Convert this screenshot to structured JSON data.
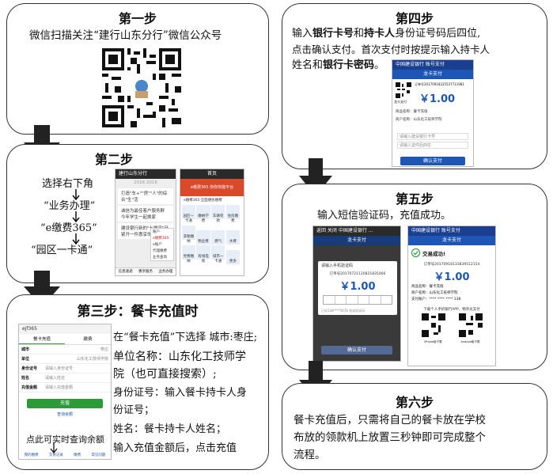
{
  "step1": {
    "title": "第一步",
    "desc": "微信扫描关注“建行山东分行”微信公众号"
  },
  "step2": {
    "title": "第二步",
    "lines": [
      "选择右下角",
      "“业务办理”",
      "“e缴费365”",
      "“园区一卡通”"
    ],
    "chat": {
      "header": "建行山东分行",
      "sub": "2016 2016",
      "msg1": "打造\"车+\"\"房\"\"人\"的综合\"生\"活",
      "msg2": "诚信为最佳客户服务群 今年学生一起换家",
      "msg3": "建设银行新的\"七聚宝\"赶紧开一件惠享你啦",
      "menu": [
        "账户",
        "e缴费365",
        "e账户",
        "代理缴费",
        "业务查询"
      ],
      "bottom": [
        "信息速递",
        "惠享服务",
        "业务办理"
      ]
    },
    "home": {
      "header": "首页",
      "banner": "e缴费365 你你你能平台",
      "notice": "e缴费365·全面便民缴费",
      "tiles": [
        "园区一卡通",
        "缴纳学费",
        "车辆罚款",
        "住房缴费",
        "非税缴纳",
        "物业费",
        "燃气",
        "水费",
        "党费缴纳",
        "有线电视",
        "城市一卡通",
        "更多"
      ]
    }
  },
  "step3": {
    "title": "第三步：餐卡充值时",
    "lines": [
      "在“餐卡充值”下选择 城市:枣庄;",
      "单位名称：山东化工技师学",
      "院（也可直接搜索）;",
      "身份证号：输入餐卡持卡人身",
      "份证号；",
      "姓名：餐卡持卡人姓名；",
      "输入充值金额后，点击充值"
    ],
    "annotation": "点此可实时查询余额",
    "form": {
      "header": "ejf365",
      "tabs": [
        "餐卡充值",
        "缴费"
      ],
      "rows": [
        {
          "label": "城市",
          "value": "枣庄"
        },
        {
          "label": "单位",
          "value": "山东化工技师学院"
        },
        {
          "label": "身份证号",
          "value": "请输入身份证号"
        },
        {
          "label": "姓名",
          "value": "请输入姓名"
        },
        {
          "label": "充值金额",
          "value": "请输入充值金额"
        }
      ],
      "button": "充值",
      "link": "查询余额",
      "footer": [
        "我的缴费",
        "交易记录",
        "缴费",
        "常见问题"
      ]
    }
  },
  "step4": {
    "title": "第四步",
    "line1_prefix": "输入",
    "line1_bold1": "银行卡号",
    "line1_mid": "和",
    "line1_bold2": "持卡人",
    "line1_suffix": "身份证号码后四位,",
    "line2": "点击确认支付。首次支付时按提示输入持卡人",
    "line3_prefix": "姓名和",
    "line3_bold": "银行卡密码",
    "line3_suffix": "。",
    "phone": {
      "header": "中国建设银行 账号支付",
      "banner": "龙卡支付",
      "order": "订单号20170918335537711981",
      "amount": "￥1.00",
      "qr_label": "龙卡支付",
      "merchant_label": "商品名称：",
      "merchant": "餐卡充值",
      "shop_label": "商户名称：",
      "shop": "山东化工技师学院",
      "field1": "请输入建设银行卡号",
      "field2": "请输入证件后四位",
      "button": "确认支付"
    }
  },
  "step5": {
    "title": "第五步",
    "desc": "输入短信验证码，充值成功。",
    "phoneA": {
      "header": "中国建设银行 ...",
      "back": "返回 关闭",
      "dialog_title": "请输入手机验证码",
      "order": "订单号20170721120821835466",
      "amount": "￥1.00",
      "hint": "已向138****5678 发送验证码",
      "button": "确认支付"
    },
    "phoneB": {
      "header": "中国建设银行 账号支付",
      "banner": "龙卡支付",
      "success": "交易成功!",
      "order": "订单号20170918133839512154",
      "amount": "￥1.00",
      "rows": [
        {
          "label": "商品名称：",
          "value": "餐卡充值"
        },
        {
          "label": "商户名称：",
          "value": "山东化工技师学院"
        },
        {
          "label": "支付账户：",
          "value": "**** **** **** 138"
        }
      ],
      "download": "下载个人手机银行APP，畅享龙支付",
      "qr_labels": [
        "iPhone版下载",
        "Android版下载"
      ]
    }
  },
  "step6": {
    "title": "第六步",
    "lines": [
      "餐卡充值后，只需将自己的餐卡放在学校",
      "布放的领款机上放置三秒钟即可完成整个",
      "流程。"
    ]
  },
  "colors": {
    "border": "#333333",
    "ccb_blue": "#1d56b5",
    "arrow": "#222222",
    "success_green": "#2d9a3a"
  }
}
